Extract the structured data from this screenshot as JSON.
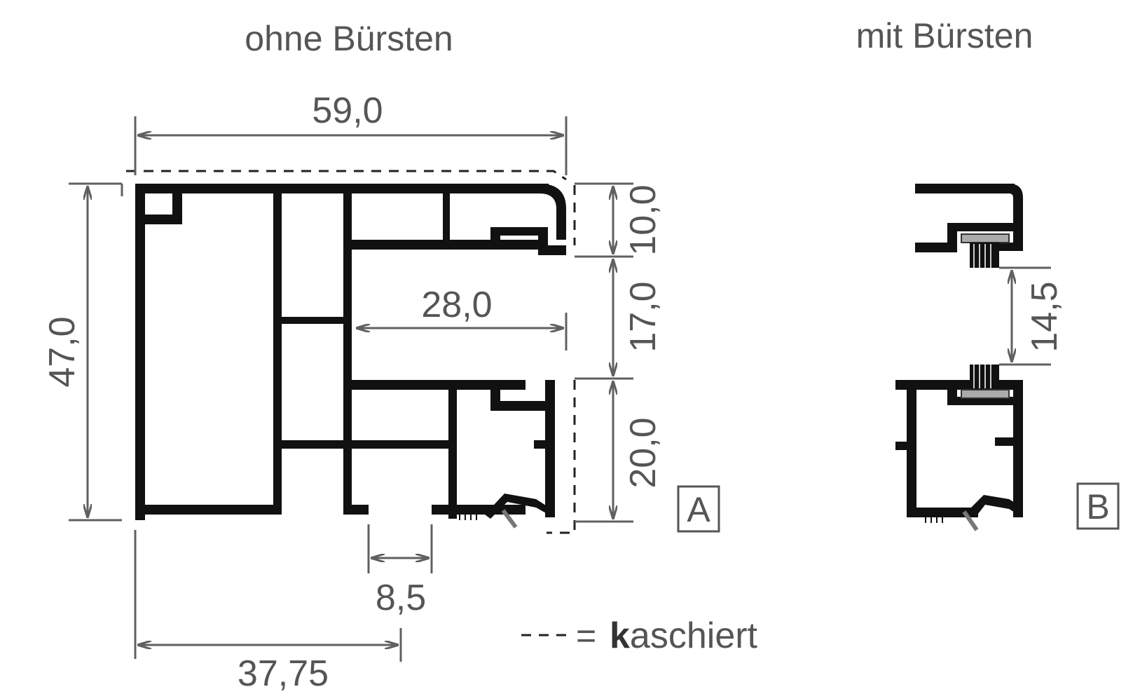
{
  "titles": {
    "left": "ohne Bürsten",
    "right": "mit Bürsten"
  },
  "dimensions": {
    "width_total": "59,0",
    "height_total": "47,0",
    "top_section": "10,0",
    "middle_section": "17,0",
    "bottom_section": "20,0",
    "inner_width": "28,0",
    "slot_width": "8,5",
    "offset": "37,75",
    "brush_gap": "14,5"
  },
  "markers": {
    "a": "A",
    "b": "B"
  },
  "legend": {
    "symbol": "- - =",
    "prefix_bold": "k",
    "text": "aschiert"
  },
  "colors": {
    "profile": "#111111",
    "dimension_lines": "#606060",
    "text": "#555555",
    "brush_holder": "#999999"
  }
}
